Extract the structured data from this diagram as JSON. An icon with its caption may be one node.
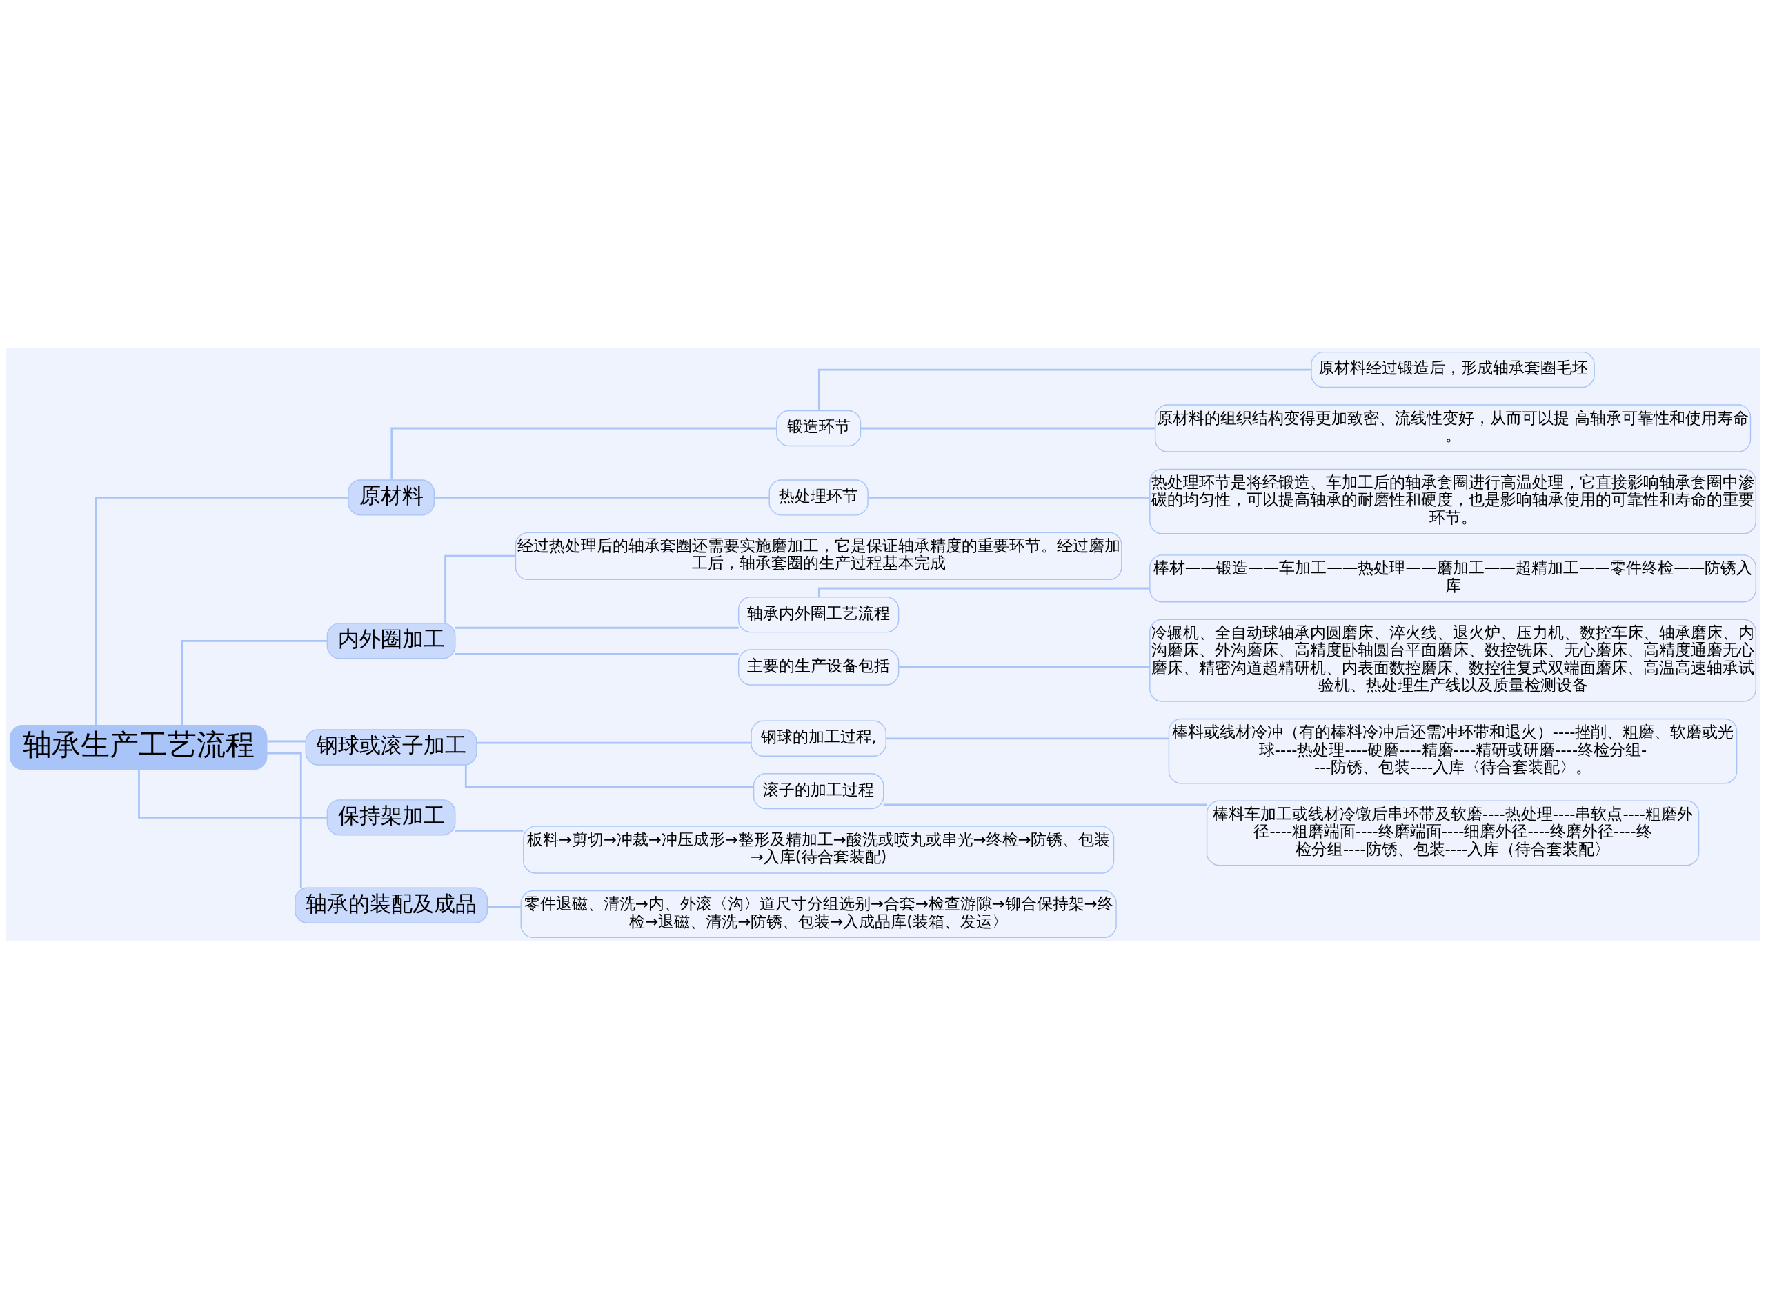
{
  "diagram": {
    "nodes": [
      {
        "text": [
          "轴承生产工艺流程"
        ]
      },
      {
        "text": [
          "原材料"
        ]
      },
      {
        "text": [
          "锻造环节"
        ]
      },
      {
        "text": [
          "原材料经过锻造后，形成轴承套圈毛坯"
        ]
      },
      {
        "text": [
          "原材料的组织结构变得更加致密、流线性变好，从而可以提 高轴承可靠性和使用寿命。"
        ]
      },
      {
        "text": [
          "热处理环节"
        ]
      },
      {
        "text": [
          "热处理环节是将经锻造、车加工后的轴承套圈进行高温处理，它直接影响轴承套圈中渗碳的均匀性，可以提高轴承的耐磨性和硬度，也是影响轴承使用的可靠性和寿命的重要环节。"
        ]
      },
      {
        "text": [
          "内外圈加工"
        ]
      },
      {
        "text": [
          "经过热处理后的轴承套圈还需要实施磨加工，它是保证轴承精度的重要环节。经过磨加工后，轴承套圈的生产过程基本完成"
        ]
      },
      {
        "text": [
          "轴承内外圈工艺流程"
        ]
      },
      {
        "text": [
          "棒材——锻造——车加工——热处理——磨加工——超精加工——零件终检——防锈入库"
        ]
      },
      {
        "text": [
          "主要的生产设备包括"
        ]
      },
      {
        "text": [
          "冷辗机、全自动球轴承内圆磨床、淬火线、退火炉、压力机、数控车床、轴承磨床、内沟磨床、外沟磨床、高精度卧轴圆台平面磨床、数控铣床、无心磨床、高精度通磨无心磨床、精密沟道超精研机、内表面数控磨床、数控往复式双端面磨床、高温高速轴承试验机、热处理生产线以及质量检测设备"
        ]
      },
      {
        "text": [
          "钢球或滚子加工"
        ]
      },
      {
        "text": [
          "钢球的加工过程,"
        ]
      },
      {
        "text": [
          "棒料或线材冷冲（有的棒料冷冲后还需冲环带和退火）----挫削、粗磨、软磨或光球----热处理----硬磨----精磨----精研或研磨----终检分组----防锈、包装----入库〈待合套装配〉。"
        ]
      },
      {
        "text": [
          "滚子的加工过程"
        ]
      },
      {
        "text": [
          "棒料车加工或线材冷镦后串环带及软磨----热处理----串软点----粗磨外径----粗磨端面----终磨端面----细磨外径----终磨外径----终检分组----防锈、包装----入库（待合套装配〉"
        ]
      },
      {
        "text": [
          "保持架加工"
        ]
      },
      {
        "text": [
          "板料→剪切→冲裁→冲压成形→整形及精加工→酸洗或喷丸或串光→终检→防锈、包装→入库(待合套装配)"
        ]
      },
      {
        "text": [
          "轴承的装配及成品"
        ]
      },
      {
        "text": [
          "零件退磁、清洗→内、外滚〈沟〉道尺寸分组选别→合套→检查游隙→铆合保持架→终检→退磁、清洗→防锈、包装→入成品库(装箱、发运〉"
        ]
      }
    ],
    "edges": [
      {
        "from": 0,
        "to": 1,
        "arrow": "none"
      },
      {
        "from": 1,
        "to": 2,
        "arrow": "none"
      },
      {
        "from": 2,
        "to": 3,
        "arrow": "none"
      },
      {
        "from": 2,
        "to": 4,
        "arrow": "none"
      },
      {
        "from": 1,
        "to": 5,
        "arrow": "none"
      },
      {
        "from": 5,
        "to": 6,
        "arrow": "none"
      },
      {
        "from": 0,
        "to": 7,
        "arrow": "none"
      },
      {
        "from": 7,
        "to": 8,
        "arrow": "none"
      },
      {
        "from": 7,
        "to": 9,
        "arrow": "none"
      },
      {
        "from": 9,
        "to": 10,
        "arrow": "none"
      },
      {
        "from": 7,
        "to": 11,
        "arrow": "none"
      },
      {
        "from": 11,
        "to": 12,
        "arrow": "none"
      },
      {
        "from": 0,
        "to": 13,
        "arrow": "none"
      },
      {
        "from": 13,
        "to": 14,
        "arrow": "none"
      },
      {
        "from": 14,
        "to": 15,
        "arrow": "none"
      },
      {
        "from": 13,
        "to": 16,
        "arrow": "none"
      },
      {
        "from": 16,
        "to": 17,
        "arrow": "none"
      },
      {
        "from": 0,
        "to": 18,
        "arrow": "none"
      },
      {
        "from": 18,
        "to": 19,
        "arrow": "none"
      },
      {
        "from": 0,
        "to": 20,
        "arrow": "none"
      },
      {
        "from": 20,
        "to": 21,
        "arrow": "none"
      }
    ]
  }
}
